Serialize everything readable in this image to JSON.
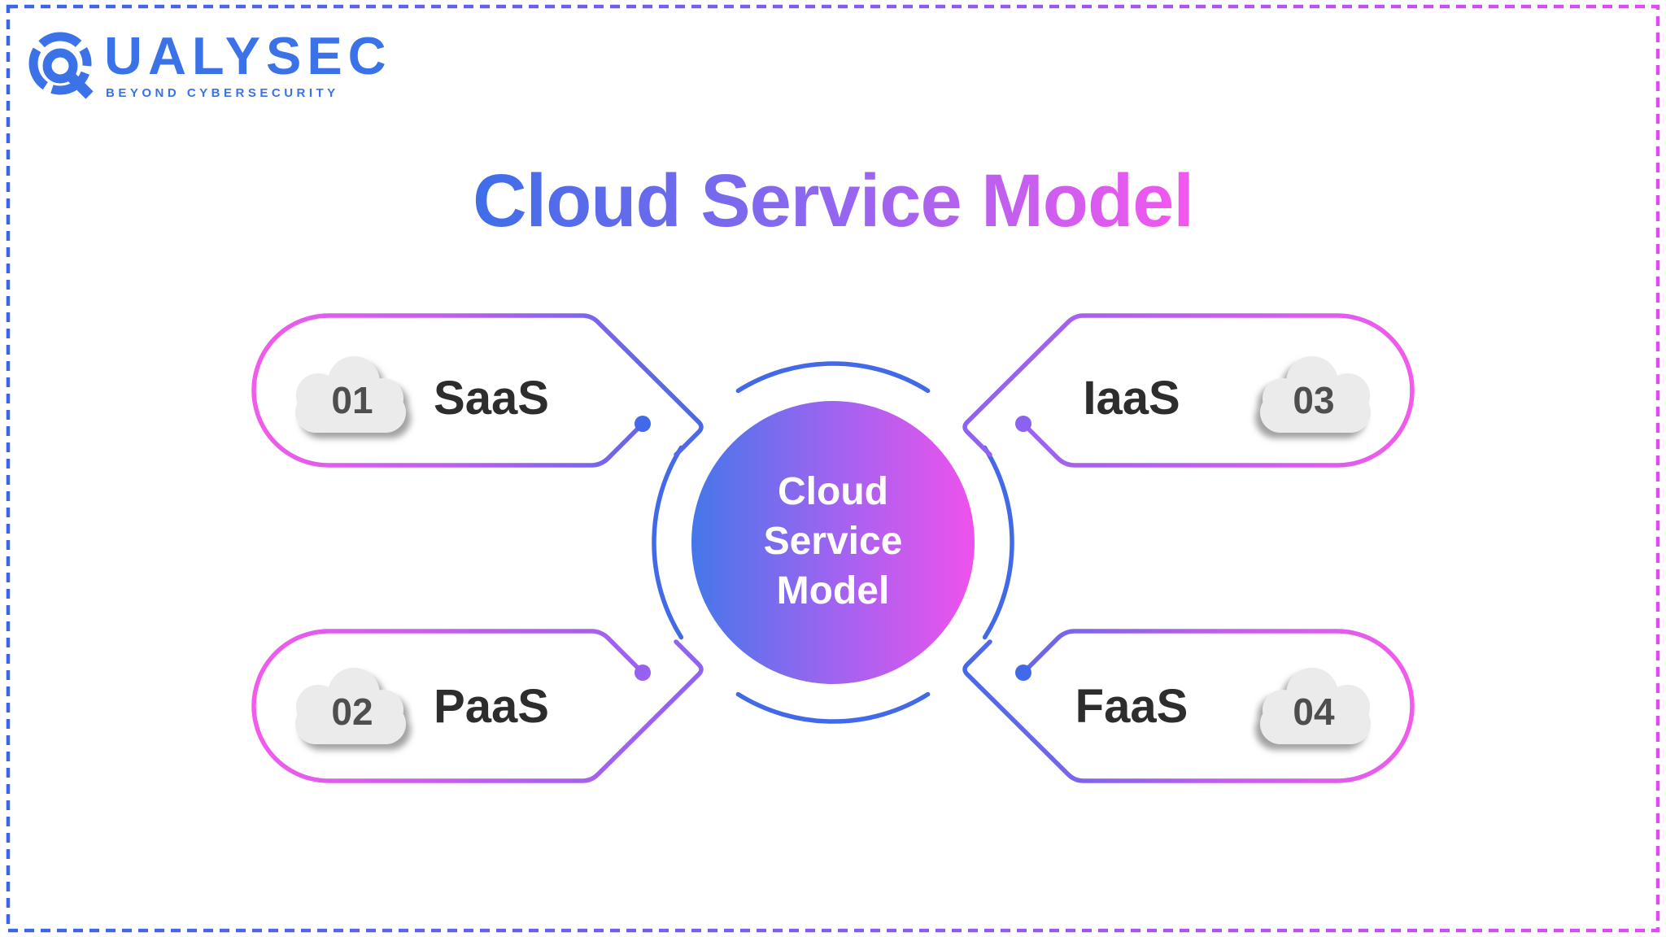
{
  "page": {
    "background": "#ffffff",
    "border_style": "dashed",
    "border_colors": [
      "#3b66e8",
      "#e04bf2"
    ]
  },
  "logo": {
    "brand": "QUALYSEC",
    "brand_display_rest": "UALYSEC",
    "tagline": "BEYOND CYBERSECURITY",
    "color": "#3b72e8"
  },
  "title": {
    "text": "Cloud Service Model",
    "gradient": [
      "#3e6ee8",
      "#8f67ef",
      "#f557ef"
    ]
  },
  "center_circle": {
    "line1": "Cloud",
    "line2": "Service",
    "line3": "Model",
    "gradient": [
      "#4577ea",
      "#a263f0",
      "#ee52ec"
    ],
    "ring_color": "#4169e8",
    "text_color": "#ffffff"
  },
  "nodes": [
    {
      "id": "saas",
      "number": "01",
      "label": "SaaS",
      "position": "top-left",
      "tip_color": "#4169e8"
    },
    {
      "id": "paas",
      "number": "02",
      "label": "PaaS",
      "position": "bottom-left",
      "tip_color": "#9660f0"
    },
    {
      "id": "iaas",
      "number": "03",
      "label": "IaaS",
      "position": "top-right",
      "tip_color": "#8b63f0"
    },
    {
      "id": "faas",
      "number": "04",
      "label": "FaaS",
      "position": "bottom-right",
      "tip_color": "#4169e8"
    }
  ],
  "pill_gradient": {
    "rounded_end": "#f25beb",
    "middle": "#c05fee"
  },
  "cloud_badge": {
    "fill": "#ebebeb",
    "number_color": "#4e4e4e"
  },
  "label_color": "#2d2d2d"
}
